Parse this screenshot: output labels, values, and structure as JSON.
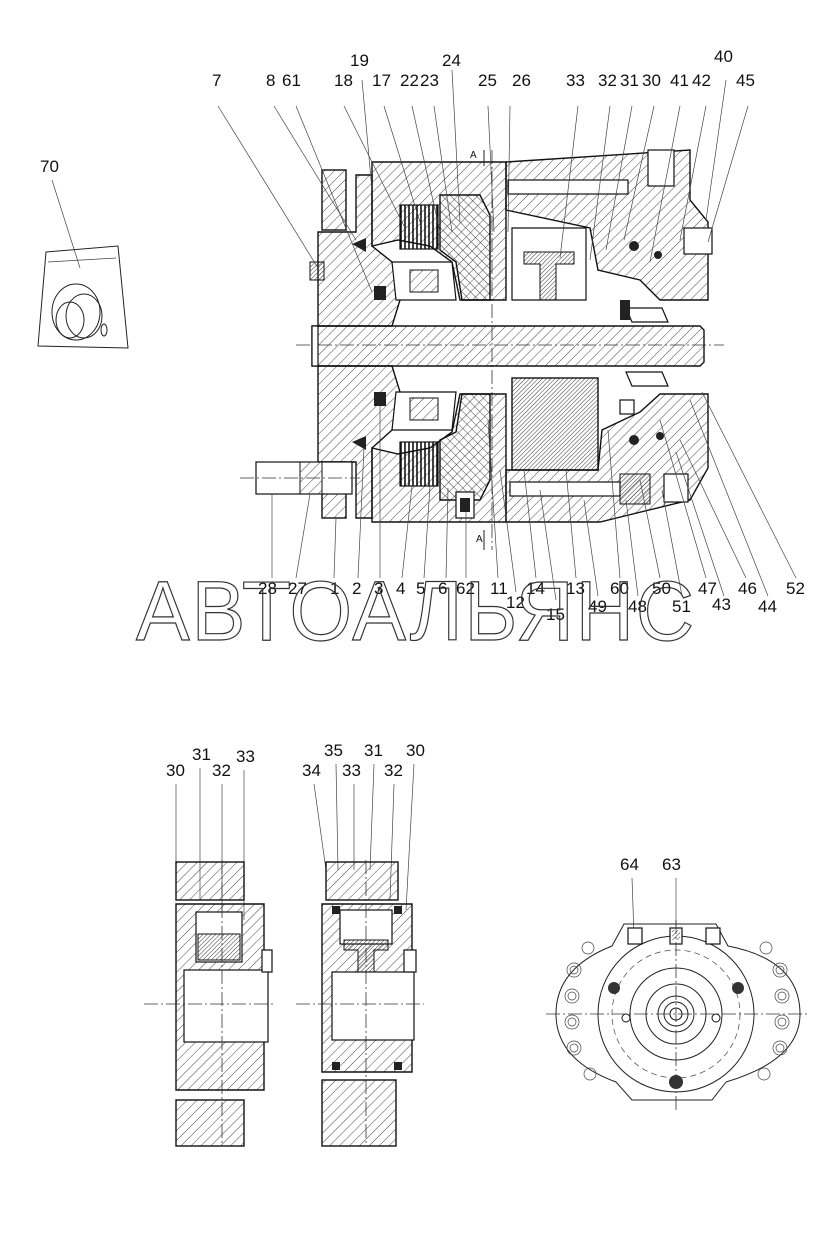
{
  "watermark": "АВТОАЛЬЯНС",
  "top_callouts": [
    {
      "id": "c-7",
      "text": "7"
    },
    {
      "id": "c-8",
      "text": "8"
    },
    {
      "id": "c-61",
      "text": "61"
    },
    {
      "id": "c-18",
      "text": "18"
    },
    {
      "id": "c-19",
      "text": "19"
    },
    {
      "id": "c-17",
      "text": "17"
    },
    {
      "id": "c-22",
      "text": "22"
    },
    {
      "id": "c-23",
      "text": "23"
    },
    {
      "id": "c-24",
      "text": "24"
    },
    {
      "id": "c-25",
      "text": "25"
    },
    {
      "id": "c-26",
      "text": "26"
    },
    {
      "id": "c-33",
      "text": "33"
    },
    {
      "id": "c-32",
      "text": "32"
    },
    {
      "id": "c-31",
      "text": "31"
    },
    {
      "id": "c-30",
      "text": "30"
    },
    {
      "id": "c-41",
      "text": "41"
    },
    {
      "id": "c-42",
      "text": "42"
    },
    {
      "id": "c-40",
      "text": "40"
    },
    {
      "id": "c-45",
      "text": "45"
    }
  ],
  "bottom_callouts": [
    {
      "id": "b-28",
      "text": "28"
    },
    {
      "id": "b-27",
      "text": "27"
    },
    {
      "id": "b-1",
      "text": "1"
    },
    {
      "id": "b-2",
      "text": "2"
    },
    {
      "id": "b-3",
      "text": "3"
    },
    {
      "id": "b-4",
      "text": "4"
    },
    {
      "id": "b-5",
      "text": "5"
    },
    {
      "id": "b-6",
      "text": "6"
    },
    {
      "id": "b-62",
      "text": "62"
    },
    {
      "id": "b-11",
      "text": "11"
    },
    {
      "id": "b-12",
      "text": "12"
    },
    {
      "id": "b-14",
      "text": "14"
    },
    {
      "id": "b-15",
      "text": "15"
    },
    {
      "id": "b-13",
      "text": "13"
    },
    {
      "id": "b-49",
      "text": "49"
    },
    {
      "id": "b-60",
      "text": "60"
    },
    {
      "id": "b-48",
      "text": "48"
    },
    {
      "id": "b-50",
      "text": "50"
    },
    {
      "id": "b-51",
      "text": "51"
    },
    {
      "id": "b-47",
      "text": "47"
    },
    {
      "id": "b-43",
      "text": "43"
    },
    {
      "id": "b-46",
      "text": "46"
    },
    {
      "id": "b-44",
      "text": "44"
    },
    {
      "id": "b-52",
      "text": "52"
    }
  ],
  "kit_callout": "70",
  "section_marker": "A",
  "detail_left_callouts": [
    "30",
    "31",
    "32",
    "33"
  ],
  "detail_mid_callouts": [
    "34",
    "35",
    "33",
    "31",
    "32",
    "30"
  ],
  "end_view_callouts": [
    "64",
    "63"
  ]
}
